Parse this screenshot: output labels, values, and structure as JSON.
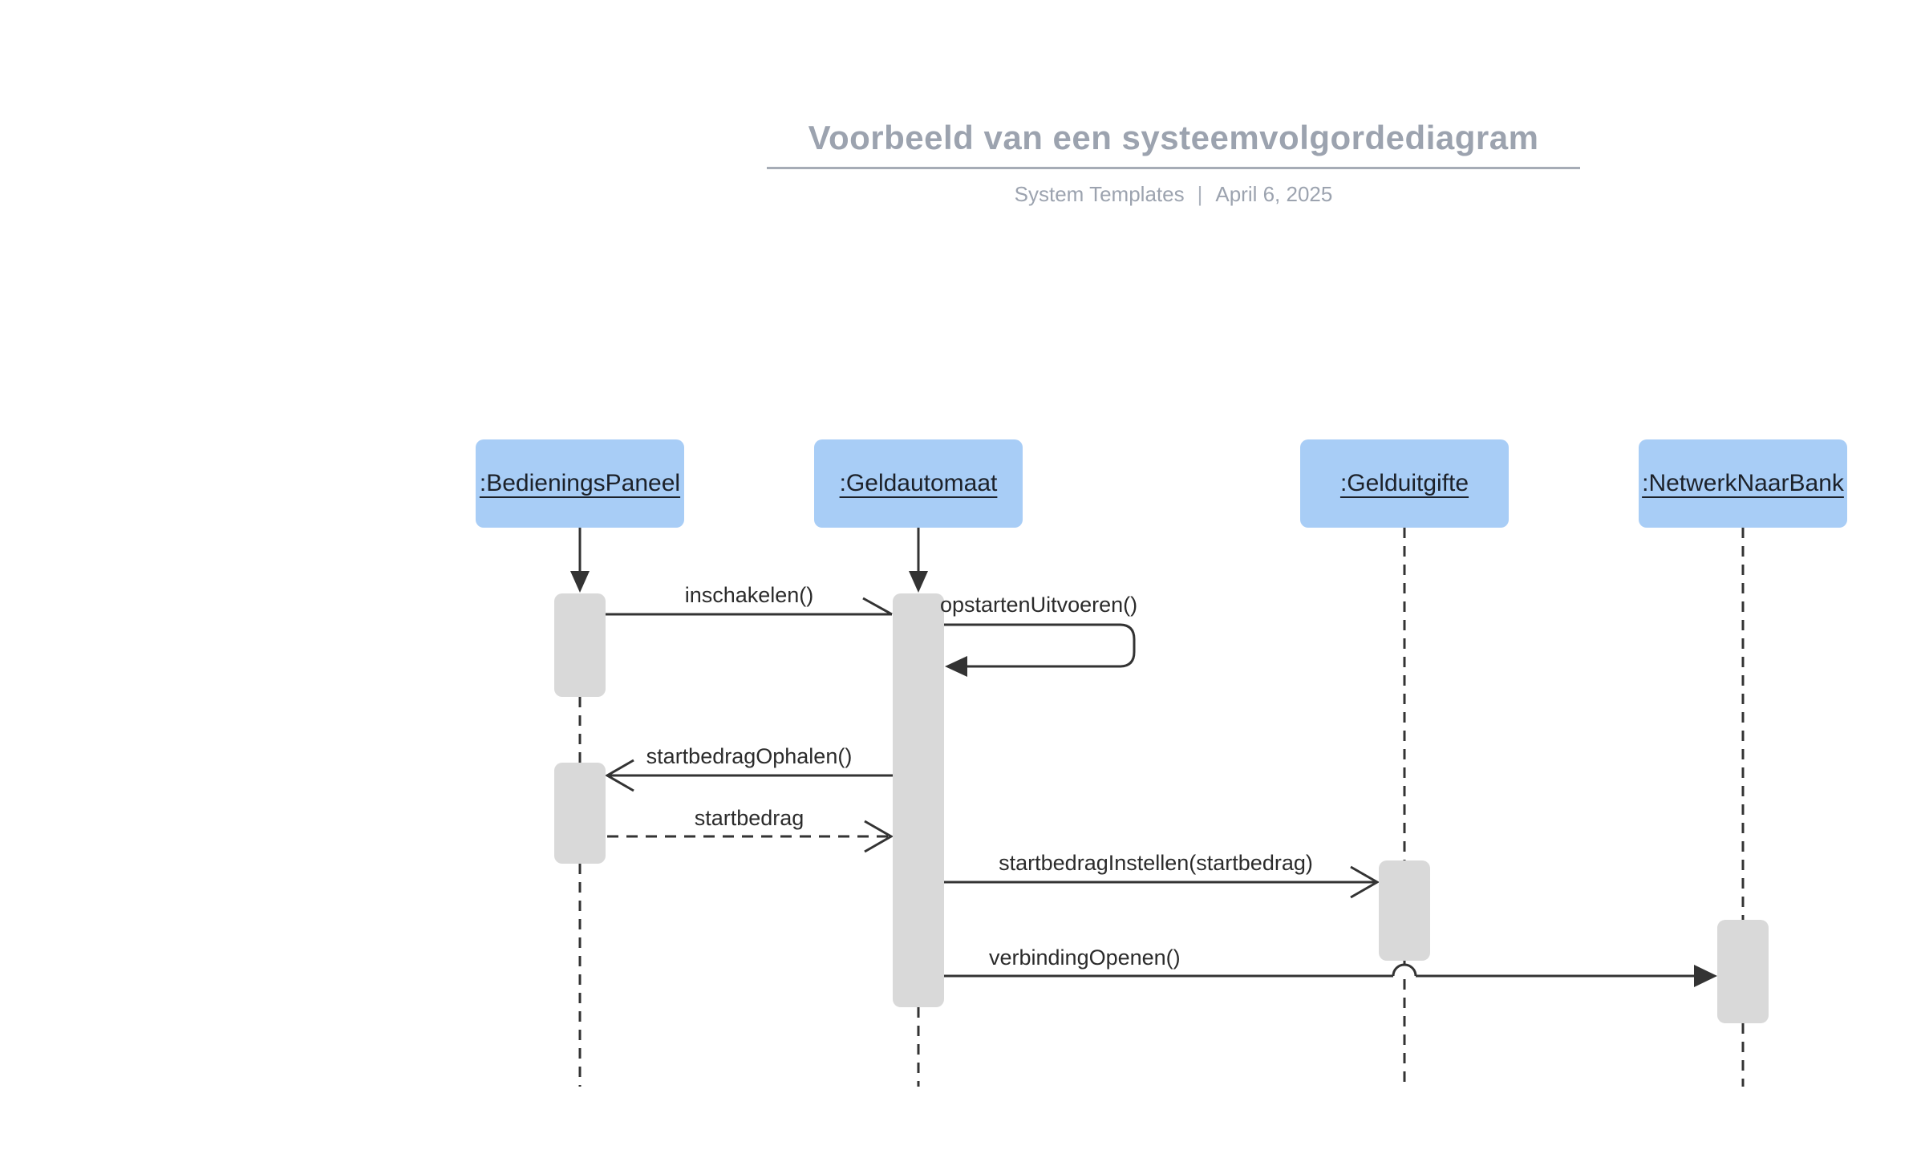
{
  "header": {
    "title": "Voorbeeld van een systeemvolgordediagram",
    "source": "System Templates",
    "separator": "|",
    "date": "April 6, 2025"
  },
  "colors": {
    "background": "#FFFFFF",
    "actor_fill": "#A8CDF6",
    "activation_fill": "#D9D9D9",
    "line": "#333333",
    "heading_gray": "#9CA3AF"
  },
  "diagram": {
    "type": "uml-sequence",
    "actors": [
      {
        "label": ":BedieningsPaneel"
      },
      {
        "label": ":Geldautomaat"
      },
      {
        "label": ":Gelduitgifte"
      },
      {
        "label": ":NetwerkNaarBank"
      }
    ],
    "messages": [
      {
        "label": "inschakelen()",
        "from": ":BedieningsPaneel",
        "to": ":Geldautomaat",
        "line": "solid",
        "head": "open"
      },
      {
        "label": "opstartenUitvoeren()",
        "from": ":Geldautomaat",
        "to": ":Geldautomaat",
        "line": "solid",
        "head": "filled",
        "self": true
      },
      {
        "label": "startbedragOphalen()",
        "from": ":Geldautomaat",
        "to": ":BedieningsPaneel",
        "line": "solid",
        "head": "open"
      },
      {
        "label": "startbedrag",
        "from": ":BedieningsPaneel",
        "to": ":Geldautomaat",
        "line": "dashed",
        "head": "open"
      },
      {
        "label": "startbedragInstellen(startbedrag)",
        "from": ":Geldautomaat",
        "to": ":Gelduitgifte",
        "line": "solid",
        "head": "open"
      },
      {
        "label": "verbindingOpenen()",
        "from": ":Geldautomaat",
        "to": ":NetwerkNaarBank",
        "line": "solid",
        "head": "filled"
      }
    ]
  }
}
